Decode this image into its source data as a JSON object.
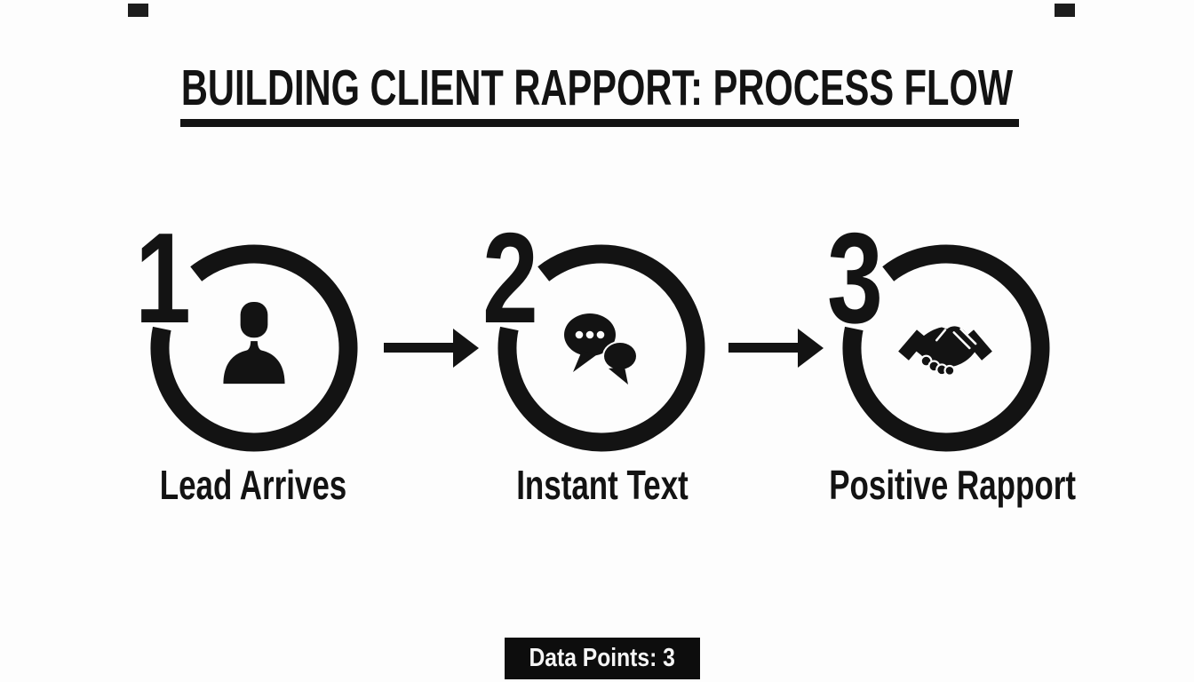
{
  "page": {
    "background": "#fdfdfd",
    "ink": "#131313",
    "title": "BUILDING CLIENT RAPPORT: PROCESS FLOW"
  },
  "steps": [
    {
      "number": "1",
      "label": "Lead Arrives",
      "icon": "person-icon"
    },
    {
      "number": "2",
      "label": "Instant Text",
      "icon": "chat-bubbles-icon"
    },
    {
      "number": "3",
      "label": "Positive Rapport",
      "icon": "handshake-icon"
    }
  ],
  "connectors": [
    {
      "from": "Lead Arrives",
      "to": "Instant Text",
      "style": "right-arrow"
    },
    {
      "from": "Instant Text",
      "to": "Positive Rapport",
      "style": "right-arrow"
    }
  ],
  "footer": {
    "badge_label": "Data Points: 3",
    "badge_bg": "#0d0d0d",
    "badge_fg": "#f5f5f5"
  }
}
